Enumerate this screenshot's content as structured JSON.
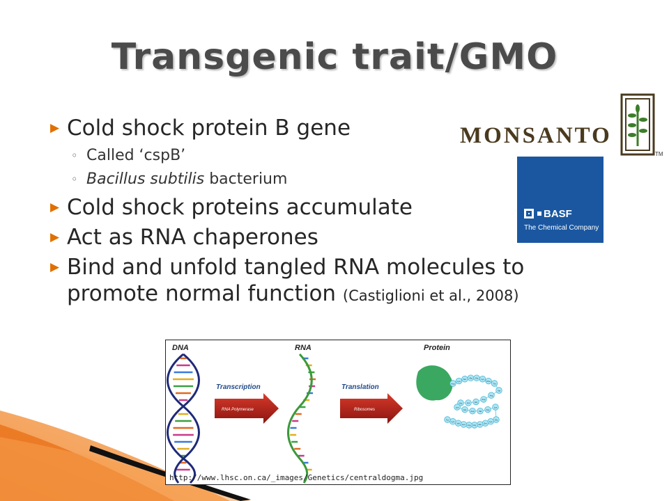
{
  "slide": {
    "title": "Transgenic trait/GMO",
    "bullets": [
      {
        "text": "Cold shock protein B gene",
        "sub": [
          {
            "text": "Called ‘cspB’",
            "italic_part": "",
            "rest": ""
          },
          {
            "text": "",
            "italic_part": "Bacillus subtilis",
            "rest": " bacterium"
          }
        ]
      },
      {
        "text": "Cold shock proteins accumulate"
      },
      {
        "text": "Act as RNA chaperones"
      },
      {
        "text": "Bind and unfold tangled RNA molecules to promote normal function",
        "citation": "(Castiglioni et al., 2008)"
      }
    ]
  },
  "logos": {
    "monsanto": {
      "name": "MONSANTO",
      "tm": "TM",
      "color": "#4a3a1e",
      "accent": "#3c7d2a"
    },
    "basf": {
      "name": "BASF",
      "tagline": "The Chemical Company",
      "color": "#1a57a0"
    }
  },
  "diagram": {
    "labels": {
      "dna": "DNA",
      "rna": "RNA",
      "protein": "Protein"
    },
    "arrows": [
      {
        "label": "Transcription",
        "inner": "RNA Polymerase"
      },
      {
        "label": "Translation",
        "inner": "Ribosomes"
      }
    ],
    "amino_acids": [
      "Asp",
      "Lys",
      "Ser",
      "Ala",
      "Gly",
      "Lys",
      "Phe",
      "Thr",
      "Val",
      "Arg",
      "Asp",
      "Gly",
      "Lys",
      "Gly",
      "Lys",
      "Glu",
      "Asp",
      "Val",
      "Arg",
      "Lys",
      "Gly",
      "Lys",
      "Ser",
      "Glu",
      "Gly",
      "Arg",
      "Leu",
      "Val",
      "Lys",
      "Tyr"
    ],
    "source_url": "http://www.lhsc.on.ca/_images/Genetics/centraldogma.jpg"
  }
}
